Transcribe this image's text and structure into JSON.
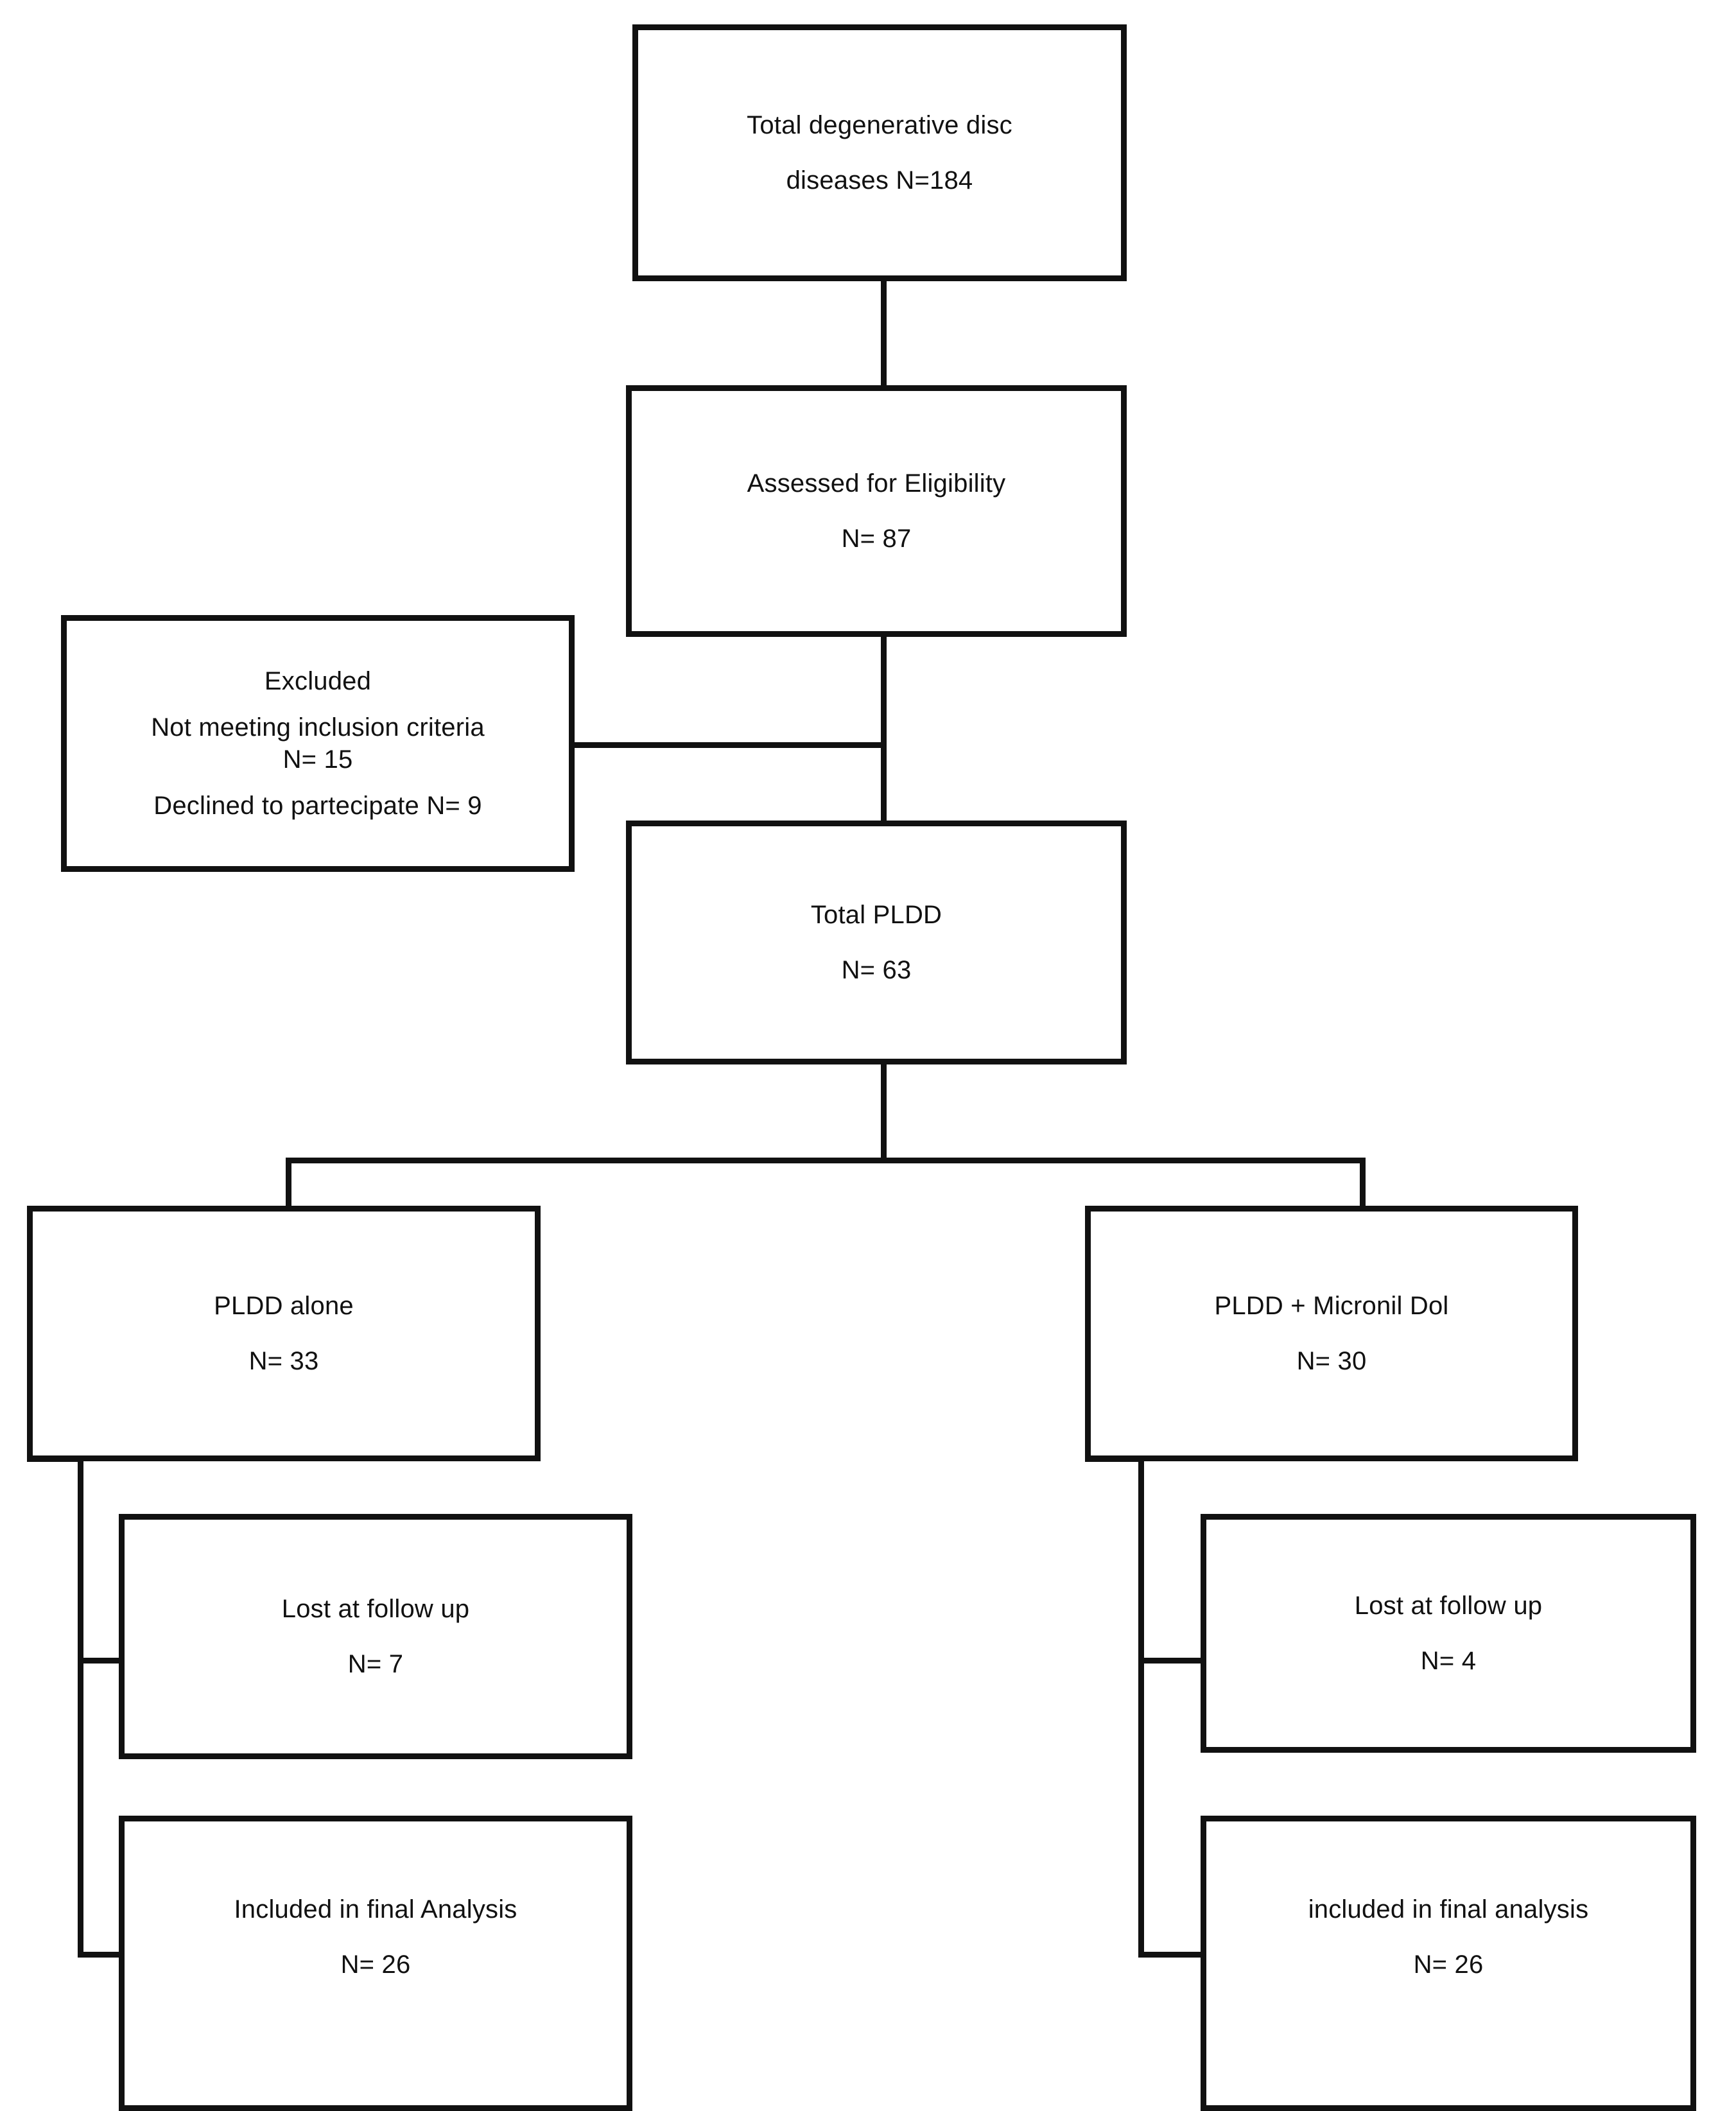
{
  "diagram": {
    "type": "study-flow-diagram",
    "orientation": "top-down",
    "line_color": "#111111",
    "box_fill": "#ffffff",
    "nodes": [
      {
        "id": "total-ddd",
        "name": "total-degenerative-disc-diseases-box",
        "lines": [
          "Total degenerative disc",
          "diseases  N=184"
        ],
        "count_label": "N=184",
        "count": 184
      },
      {
        "id": "assessed",
        "name": "assessed-for-eligibility-box",
        "lines": [
          "Assessed for Eligibility",
          "N= 87"
        ],
        "count_label": "N= 87",
        "count": 87
      },
      {
        "id": "excluded",
        "name": "excluded-box",
        "lines": [
          "Excluded",
          "Not meeting inclusion criteria",
          "N= 15",
          "Declined to partecipate  N= 9"
        ],
        "not_meeting_inclusion_criteria": 15,
        "declined_to_participate": 9
      },
      {
        "id": "total-pldd",
        "name": "total-pldd-box",
        "lines": [
          "Total PLDD",
          "N= 63"
        ],
        "count_label": "N= 63",
        "count": 63
      },
      {
        "id": "pldd-alone",
        "name": "pldd-alone-arm-box",
        "lines": [
          "PLDD alone",
          "N= 33"
        ],
        "count_label": "N= 33",
        "count": 33
      },
      {
        "id": "pldd-micronil",
        "name": "pldd-plus-micronil-dol-arm-box",
        "lines": [
          "PLDD + Micronil Dol",
          "N= 30"
        ],
        "count_label": "N= 30",
        "count": 30
      },
      {
        "id": "lost-left",
        "name": "lost-at-follow-up-left-box",
        "lines": [
          "Lost at follow up",
          "N= 7"
        ],
        "count_label": "N= 7",
        "count": 7
      },
      {
        "id": "lost-right",
        "name": "lost-at-follow-up-right-box",
        "lines": [
          "Lost at follow up",
          "N= 4"
        ],
        "count_label": "N= 4",
        "count": 4
      },
      {
        "id": "final-left",
        "name": "included-in-final-analysis-left-box",
        "lines": [
          "Included in final Analysis",
          "N= 26"
        ],
        "count_label": "N= 26",
        "count": 26
      },
      {
        "id": "final-right",
        "name": "included-in-final-analysis-right-box",
        "lines": [
          "included in final analysis",
          "N= 26"
        ],
        "count_label": "N= 26",
        "count": 26
      }
    ]
  }
}
